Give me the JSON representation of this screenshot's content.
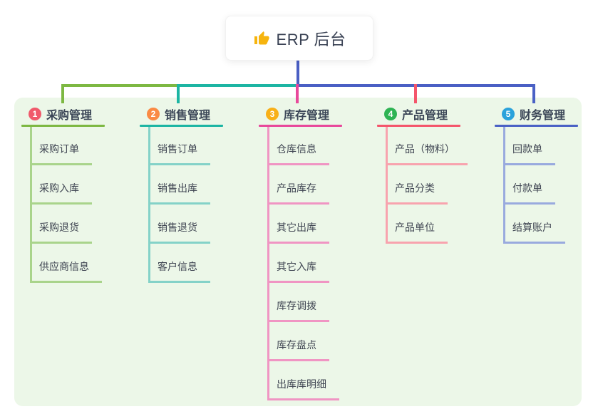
{
  "root": {
    "title": "ERP 后台",
    "icon": "thumbs-up-icon",
    "icon_color": "#f6b40e",
    "line_color": "#4a5fc4",
    "card_background": "#ffffff"
  },
  "panel": {
    "background": "#ecf7e8"
  },
  "branches": [
    {
      "number": "1",
      "label": "采购管理",
      "badge_color": "#f0596b",
      "line_color": "#7db842",
      "light_color": "#a9d48b",
      "children": [
        "采购订单",
        "采购入库",
        "采购退货",
        "供应商信息"
      ]
    },
    {
      "number": "2",
      "label": "销售管理",
      "badge_color": "#fa8a44",
      "line_color": "#1cb5a3",
      "light_color": "#84d2c8",
      "children": [
        "销售订单",
        "销售出库",
        "销售退货",
        "客户信息"
      ]
    },
    {
      "number": "3",
      "label": "库存管理",
      "badge_color": "#f8b018",
      "line_color": "#e8489b",
      "light_color": "#f095c3",
      "children": [
        "仓库信息",
        "产品库存",
        "其它出库",
        "其它入库",
        "库存调拨",
        "库存盘点",
        "出库库明细"
      ]
    },
    {
      "number": "4",
      "label": "产品管理",
      "badge_color": "#2eb353",
      "line_color": "#f4556b",
      "light_color": "#f8a3ae",
      "children": [
        "产品（物料）",
        "产品分类",
        "产品单位"
      ]
    },
    {
      "number": "5",
      "label": "财务管理",
      "badge_color": "#2aa2db",
      "line_color": "#4a61c5",
      "light_color": "#99aade",
      "children": [
        "回款单",
        "付款单",
        "结算账户"
      ]
    }
  ]
}
